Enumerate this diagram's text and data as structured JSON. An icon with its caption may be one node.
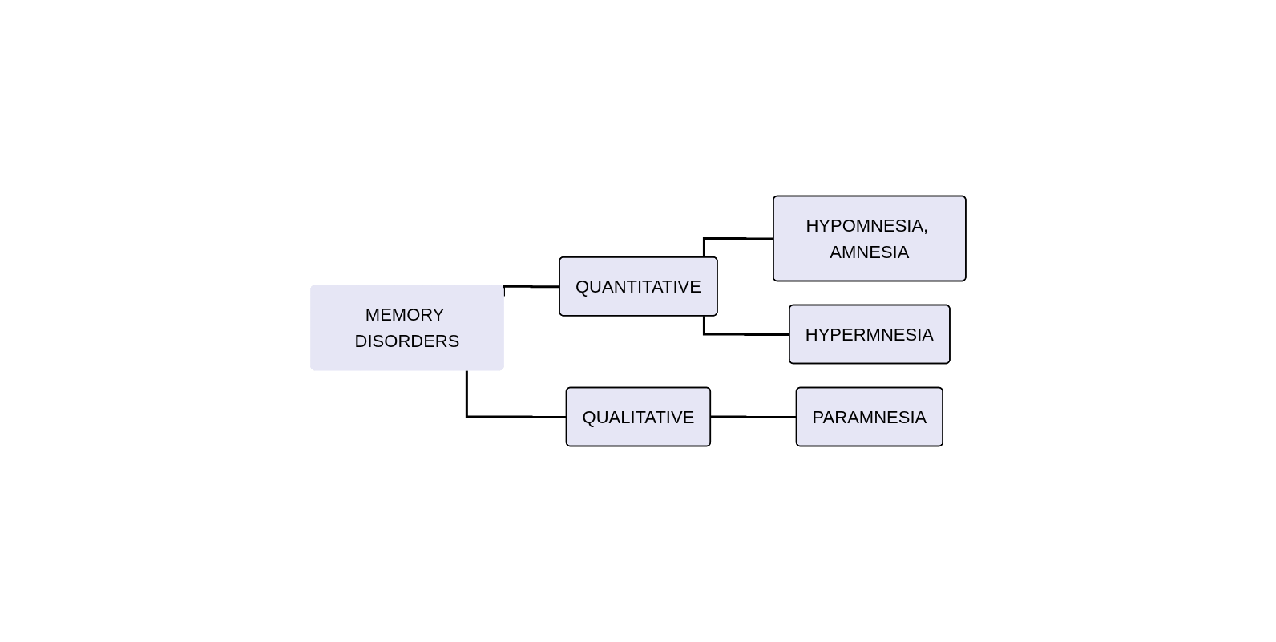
{
  "diagram": {
    "nodes": [
      {
        "text": [
          "MEMORY DISORDERS"
        ]
      },
      {
        "text": [
          "QUANTITATIVE"
        ]
      },
      {
        "text": [
          "HYPOMNESIA, AMNESIA"
        ]
      },
      {
        "text": [
          "HYPERMNESIA"
        ]
      },
      {
        "text": [
          "QUALITATIVE"
        ]
      },
      {
        "text": [
          "PARAMNESIA"
        ]
      }
    ],
    "edges": [
      {
        "from": 0,
        "to": 1,
        "arrow": "none"
      },
      {
        "from": 1,
        "to": 2,
        "arrow": "none"
      },
      {
        "from": 1,
        "to": 3,
        "arrow": "none"
      },
      {
        "from": 0,
        "to": 4,
        "arrow": "none"
      },
      {
        "from": 4,
        "to": 5,
        "arrow": "none"
      }
    ]
  }
}
